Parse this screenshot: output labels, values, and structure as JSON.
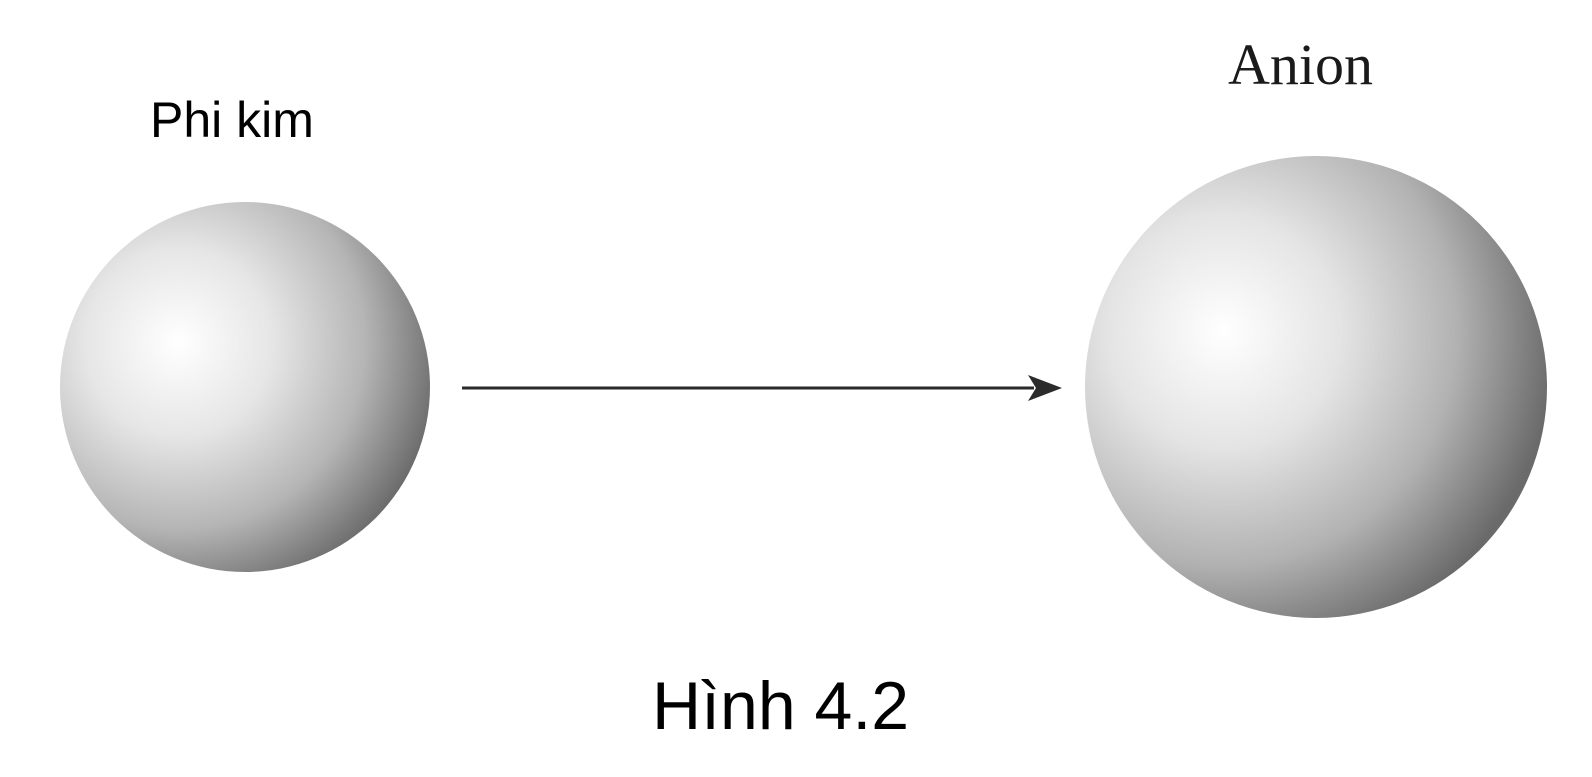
{
  "diagram": {
    "left_label": "Phi kim",
    "right_label": "Anion",
    "caption": "Hình 4.2"
  },
  "colors": {
    "sphere_highlight": "#ffffff",
    "sphere_mid": "#c2c2c2",
    "sphere_edge": "#6a6a6a",
    "arrow": "#2b2b2b"
  }
}
